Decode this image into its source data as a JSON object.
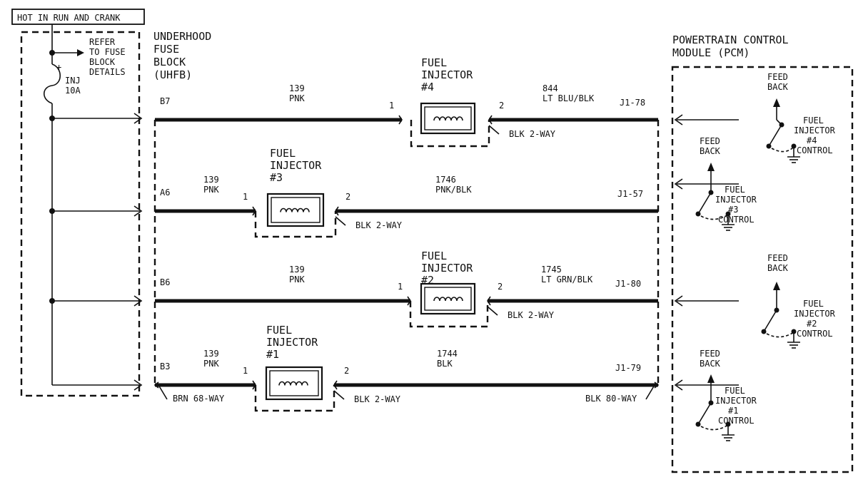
{
  "power": {
    "label": "HOT IN RUN AND CRANK"
  },
  "fuse": {
    "refer_line1": "REFER",
    "refer_line2": "TO FUSE",
    "refer_line3": "BLOCK",
    "refer_line4": "DETAILS",
    "name_line1": "INJ",
    "name_line2": "10A",
    "plus": "+"
  },
  "uhfb": {
    "line1": "UNDERHOOD",
    "line2": "FUSE",
    "line3": "BLOCK",
    "line4": "(UHFB)"
  },
  "pcm": {
    "line1": "POWERTRAIN CONTROL",
    "line2": "MODULE (PCM)"
  },
  "rows": [
    {
      "fuse_pin": "B7",
      "in_circuit": "139",
      "in_color": "PNK",
      "inj_line1": "FUEL",
      "inj_line2": "INJECTOR",
      "inj_line3": "#4",
      "pin1": "1",
      "pin2": "2",
      "connector": "BLK 2-WAY",
      "out_circuit": "844",
      "out_color": "LT BLU/BLK",
      "pcm_pin": "J1-78",
      "feedback1": "FEED",
      "feedback2": "BACK",
      "ctrl1": "FUEL",
      "ctrl2": "INJECTOR",
      "ctrl3": "#4",
      "ctrl4": "CONTROL"
    },
    {
      "fuse_pin": "A6",
      "in_circuit": "139",
      "in_color": "PNK",
      "inj_line1": "FUEL",
      "inj_line2": "INJECTOR",
      "inj_line3": "#3",
      "pin1": "1",
      "pin2": "2",
      "connector": "BLK 2-WAY",
      "out_circuit": "1746",
      "out_color": "PNK/BLK",
      "pcm_pin": "J1-57",
      "feedback1": "FEED",
      "feedback2": "BACK",
      "ctrl1": "FUEL",
      "ctrl2": "INJECTOR",
      "ctrl3": "#3",
      "ctrl4": "CONTROL"
    },
    {
      "fuse_pin": "B6",
      "in_circuit": "139",
      "in_color": "PNK",
      "inj_line1": "FUEL",
      "inj_line2": "INJECTOR",
      "inj_line3": "#2",
      "pin1": "1",
      "pin2": "2",
      "connector": "BLK 2-WAY",
      "out_circuit": "1745",
      "out_color": "LT GRN/BLK",
      "pcm_pin": "J1-80",
      "feedback1": "FEED",
      "feedback2": "BACK",
      "ctrl1": "FUEL",
      "ctrl2": "INJECTOR",
      "ctrl3": "#2",
      "ctrl4": "CONTROL"
    },
    {
      "fuse_pin": "B3",
      "in_circuit": "139",
      "in_color": "PNK",
      "inj_line1": "FUEL",
      "inj_line2": "INJECTOR",
      "inj_line3": "#1",
      "pin1": "1",
      "pin2": "2",
      "connector": "BLK 2-WAY",
      "out_circuit": "1744",
      "out_color": "BLK",
      "pcm_pin": "J1-79",
      "feedback1": "FEED",
      "feedback2": "BACK",
      "ctrl1": "FUEL",
      "ctrl2": "INJECTOR",
      "ctrl3": "#1",
      "ctrl4": "CONTROL"
    }
  ],
  "bottom": {
    "left_connector": "BRN 68-WAY",
    "right_connector": "BLK 80-WAY"
  }
}
